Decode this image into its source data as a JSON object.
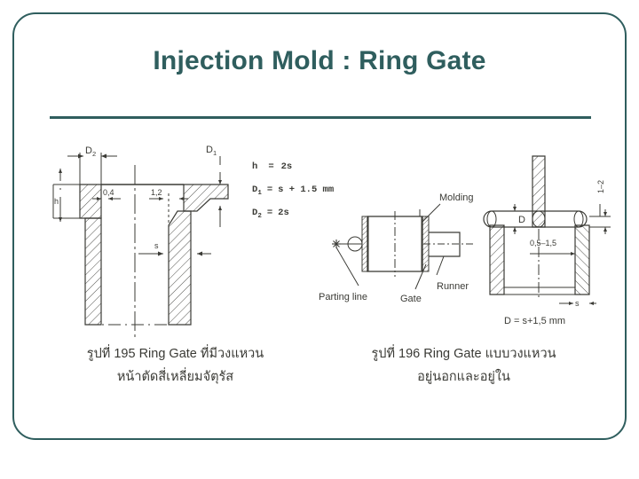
{
  "slide": {
    "title": "Injection Mold : Ring Gate",
    "title_color": "#2f5e5e",
    "frame_color": "#2f5e5e",
    "background": "#ffffff",
    "ink_color": "#3b3b36"
  },
  "figure_left": {
    "name": "ring-gate-square-section-drawing",
    "dimensions": {
      "d2": "D",
      "d2_sub": "2",
      "d1": "D",
      "d1_sub": "1",
      "h": "h",
      "s": "s",
      "wall_left": "0,4",
      "wall_right": "1,2"
    }
  },
  "formulas": {
    "name": "ring-gate-formula-block",
    "lines": [
      {
        "lhs": "h",
        "lhs_sub": "",
        "eq": "=",
        "rhs": "2s"
      },
      {
        "lhs": "D",
        "lhs_sub": "1",
        "eq": "=",
        "rhs": "s + 1.5 mm"
      },
      {
        "lhs": "D",
        "lhs_sub": "2",
        "eq": "=",
        "rhs": "2s"
      }
    ]
  },
  "figure_middle": {
    "name": "ring-gate-assembly-drawing",
    "labels": {
      "molding": "Molding",
      "runner": "Runner",
      "gate": "Gate",
      "parting_line": "Parting line"
    }
  },
  "figure_right": {
    "name": "ring-gate-inner-outer-drawing",
    "labels": {
      "d": "D",
      "range_vertical": "1–2",
      "range_horizontal": "0,5–1,5",
      "s": "s",
      "formula": "D = s+1,5 mm"
    }
  },
  "captions": [
    {
      "name": "caption-figure-195",
      "line1": "รูปที่ 195 Ring Gate ที่มีวงแหวน",
      "line2": "หน้าตัดสี่เหลี่ยมจัตุรัส"
    },
    {
      "name": "caption-figure-196",
      "line1": "รูปที่ 196 Ring Gate แบบวงแหวน",
      "line2": "อยู่นอกและอยู่ใน"
    }
  ]
}
